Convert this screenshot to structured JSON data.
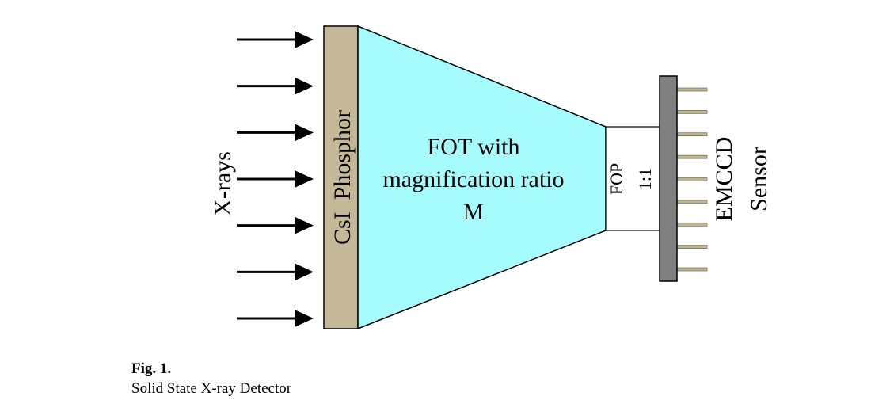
{
  "figure": {
    "label": "Fig. 1.",
    "caption": "Solid State X-ray Detector"
  },
  "diagram": {
    "xray_label": "X-rays",
    "phosphor_label": "CsI  Phosphor",
    "fot_label_lines": [
      "FOT with",
      "magnification ratio",
      "M"
    ],
    "fop_label": "FOP",
    "fop_ratio": "1:1",
    "emccd_label": "EMCCD",
    "sensor_label": "Sensor",
    "arrow_count": 7,
    "pin_count": 9,
    "colors": {
      "phosphor": "#c5b898",
      "fot": "#a6fcfd",
      "fop": "#ffffff",
      "sensor": "#808080",
      "pins": "#bfb58a",
      "outline": "#000000"
    }
  }
}
